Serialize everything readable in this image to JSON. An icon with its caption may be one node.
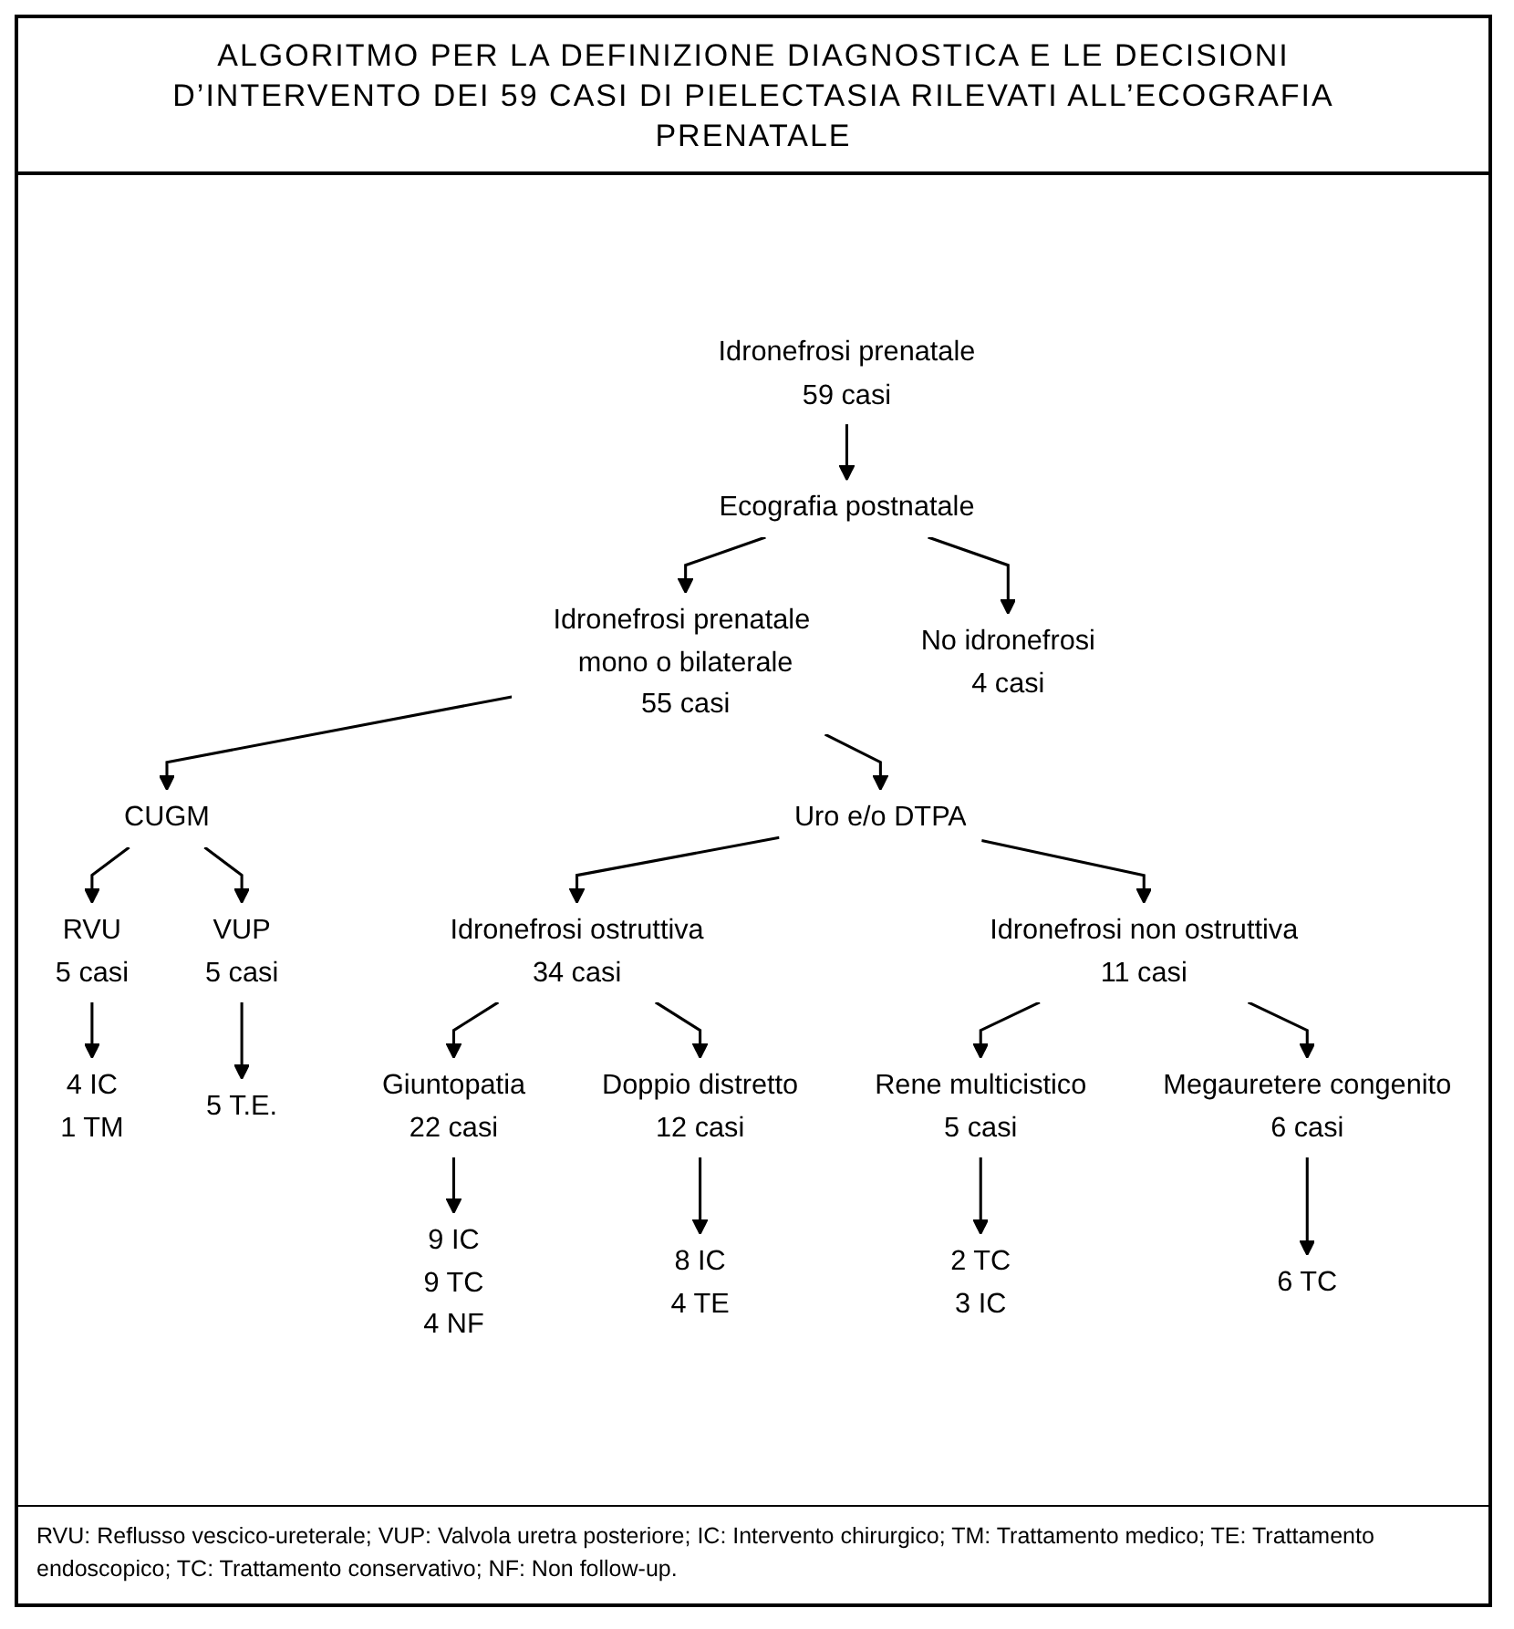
{
  "diagram": {
    "title": "ALGORITMO PER LA DEFINIZIONE DIAGNOSTICA E LE DECISIONI D’INTERVENTO DEI 59 CASI DI PIELECTASIA RILEVATI ALL’ECOGRAFIA PRENATALE",
    "caption": "RVU: Reflusso vescico-ureterale; VUP: Valvola uretra posteriore; IC: Intervento chirurgico; TM: Trattamento medico; TE: Trattamento endoscopico; TC: Trattamento conservativo; NF: Non follow-up.",
    "nodes": [
      {
        "text": [
          "Idronefrosi prenatale",
          "59 casi"
        ]
      },
      {
        "text": [
          "Ecografia postnatale"
        ]
      },
      {
        "text": [
          "Idronefrosi prenatale mono o bilaterale",
          "55 casi"
        ]
      },
      {
        "text": [
          "No idronefrosi",
          "4 casi"
        ]
      },
      {
        "text": [
          "CUGM"
        ]
      },
      {
        "text": [
          "Uro e/o DTPA"
        ]
      },
      {
        "text": [
          "RVU",
          "5 casi"
        ]
      },
      {
        "text": [
          "VUP",
          "5 casi"
        ]
      },
      {
        "text": [
          "Idronefrosi ostruttiva",
          "34 casi"
        ]
      },
      {
        "text": [
          "Idronefrosi non ostruttiva",
          "11 casi"
        ]
      },
      {
        "text": [
          "4 IC",
          "1 TM"
        ]
      },
      {
        "text": [
          "5 T.E."
        ]
      },
      {
        "text": [
          "Giuntopatia",
          "22 casi"
        ]
      },
      {
        "text": [
          "Doppio distretto",
          "12 casi"
        ]
      },
      {
        "text": [
          "Rene multicistico",
          "5 casi"
        ]
      },
      {
        "text": [
          "Megauretere congenito",
          "6 casi"
        ]
      },
      {
        "text": [
          "9 IC",
          "9 TC",
          "4 NF"
        ]
      },
      {
        "text": [
          "8 IC",
          "4 TE"
        ]
      },
      {
        "text": [
          "2 TC",
          "3 IC"
        ]
      },
      {
        "text": [
          "6 TC"
        ]
      }
    ],
    "edges": [
      {
        "from": 0,
        "to": 1,
        "arrow": "to"
      },
      {
        "from": 1,
        "to": 2,
        "arrow": "to"
      },
      {
        "from": 1,
        "to": 3,
        "arrow": "to"
      },
      {
        "from": 2,
        "to": 4,
        "arrow": "to"
      },
      {
        "from": 2,
        "to": 5,
        "arrow": "to"
      },
      {
        "from": 4,
        "to": 6,
        "arrow": "to"
      },
      {
        "from": 4,
        "to": 7,
        "arrow": "to"
      },
      {
        "from": 5,
        "to": 8,
        "arrow": "to"
      },
      {
        "from": 5,
        "to": 9,
        "arrow": "to"
      },
      {
        "from": 6,
        "to": 10,
        "arrow": "to"
      },
      {
        "from": 7,
        "to": 11,
        "arrow": "to"
      },
      {
        "from": 8,
        "to": 12,
        "arrow": "to"
      },
      {
        "from": 8,
        "to": 13,
        "arrow": "to"
      },
      {
        "from": 9,
        "to": 14,
        "arrow": "to"
      },
      {
        "from": 9,
        "to": 15,
        "arrow": "to"
      },
      {
        "from": 12,
        "to": 16,
        "arrow": "to"
      },
      {
        "from": 13,
        "to": 17,
        "arrow": "to"
      },
      {
        "from": 14,
        "to": 18,
        "arrow": "to"
      },
      {
        "from": 15,
        "to": 19,
        "arrow": "to"
      }
    ]
  }
}
